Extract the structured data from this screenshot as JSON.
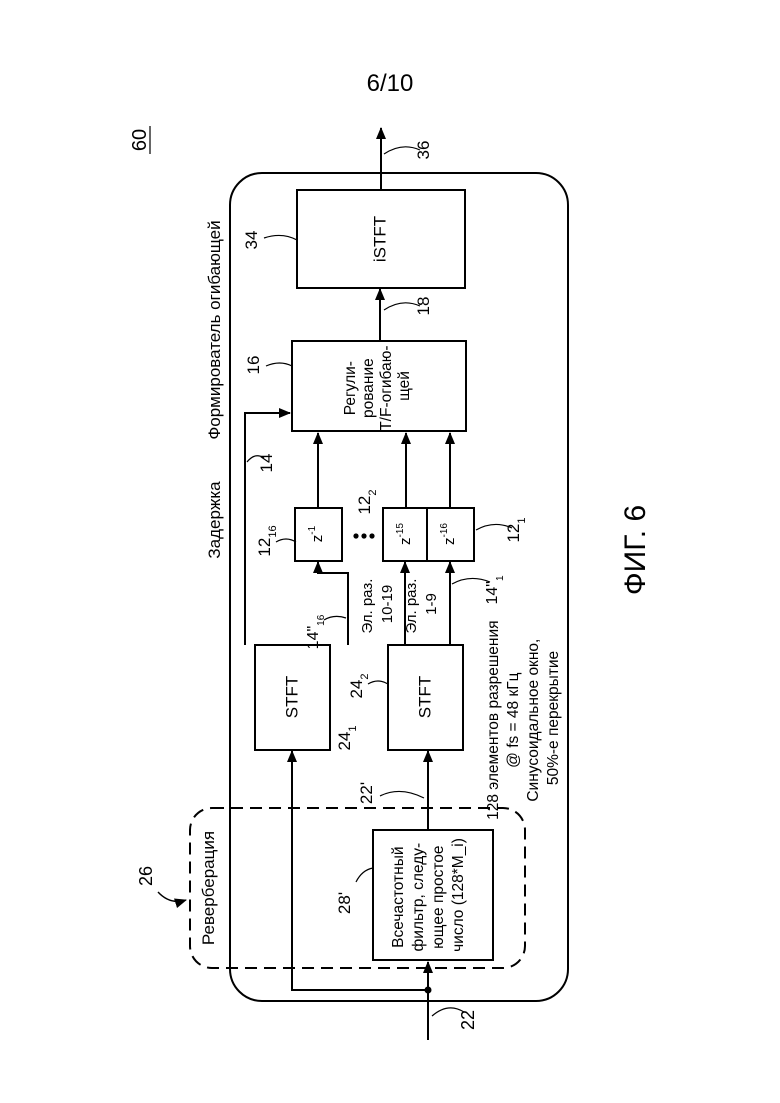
{
  "page": {
    "number": "6/10"
  },
  "figure": {
    "caption": "ФИГ. 6",
    "ref_system": "60",
    "section_delay": "Задержка",
    "section_envelope_shaper": "Формирователь огибающей",
    "reverb": {
      "title": "Реверберация",
      "ref": "26",
      "block_ref": "28'",
      "block_lines": [
        "Всечастотный",
        "фильтр, следу-",
        "ющее простое",
        "число (128*M_i)"
      ]
    },
    "stft1": {
      "label": "STFT",
      "ref": "24",
      "ref_sub": "1"
    },
    "stft2": {
      "label": "STFT",
      "ref": "24",
      "ref_sub": "2"
    },
    "regulator": {
      "lines": [
        "Регули-",
        "рование",
        "T/F-огибаю-",
        "щей"
      ],
      "ref": "16"
    },
    "istft": {
      "label": "iSTFT",
      "ref": "34"
    },
    "delays": [
      {
        "label": "z",
        "exp": "-1",
        "ref": "12",
        "ref_sub": "16"
      },
      {
        "label": "z",
        "exp": "-15",
        "ref": "12",
        "ref_sub": "2"
      },
      {
        "label": "z",
        "exp": "-16",
        "ref": "12",
        "ref_sub": "1"
      }
    ],
    "bins": [
      {
        "line1": "Эл. раз.",
        "line2": "10-19"
      },
      {
        "line1": "Эл. раз.",
        "line2": "1-9"
      }
    ],
    "signals": {
      "in": "22",
      "in_prime": "22'",
      "s14": "14",
      "s18": "18",
      "out": "36",
      "s14_16": {
        "base": "14\"",
        "sub": "16"
      },
      "s14_1": {
        "base": "14\"",
        "sub": "1"
      }
    },
    "stft_params": [
      "128 элементов разрешения",
      "@ fs = 48 кГц",
      "Синусоидальное окно,",
      "50%-е перекрытие"
    ],
    "colors": {
      "ink": "#000000",
      "background": "#ffffff"
    }
  }
}
